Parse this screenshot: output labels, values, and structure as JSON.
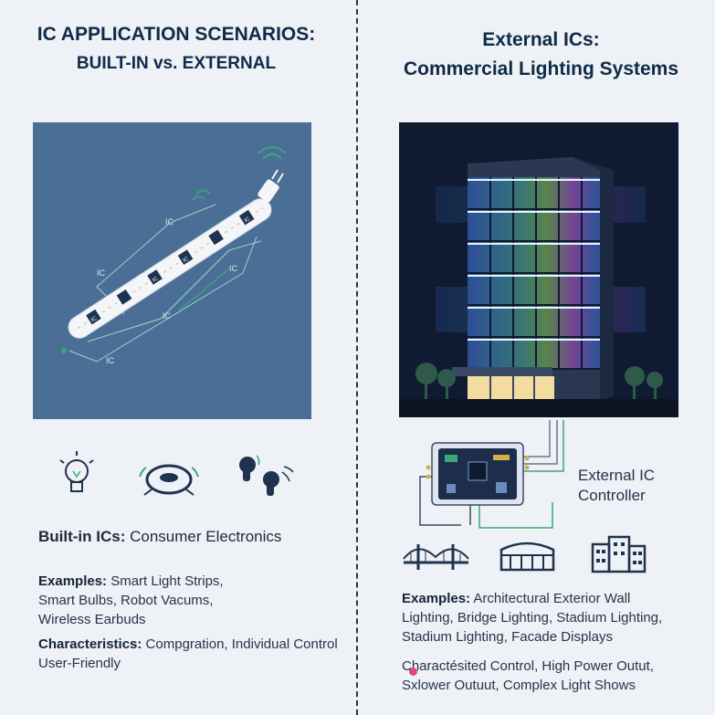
{
  "left": {
    "title_line1": "IC APPLICATION SCENARIOS:",
    "title_line2": "BUILT-IN vs. EXTERNAL",
    "strip_labels": [
      "IC",
      "IC",
      "IC",
      "IC",
      "IC",
      "IC",
      "IC",
      "IC",
      "IC"
    ],
    "icons": [
      "light-bulb-icon",
      "robot-vacuum-icon",
      "wireless-earbuds-icon"
    ],
    "subtitle_bold": "Built-in ICs:",
    "subtitle_rest": " Consumer Electronics",
    "examples_bold": "Examples:",
    "examples_line1": " Smart Light Strips,",
    "examples_line2": "Smart Bulbs, Robot Vacums,",
    "examples_line3": "Wireless Earbuds",
    "char_bold": "Characteristics:",
    "char_line1": " Compgration, Individual Control",
    "char_line2": "User-Friendly"
  },
  "right": {
    "title_line1": "External ICs:",
    "title_line2": "Commercial Lighting Systems",
    "controller_line1": "External IC",
    "controller_line2": "Controller",
    "icons": [
      "bridge-icon",
      "stadium-icon",
      "facade-building-icon"
    ],
    "examples_bold": "Examples:",
    "examples_line1": " Architectural Exterior Wall",
    "examples_line2": "Lighting, Bridge Lighting, Stadium Lighting,",
    "examples_line3": "Stadium Lighting, Facade Displays",
    "char_line1": "Charactésited Control, High Power Outut,",
    "char_line2": "Sxlower Outuut, Complex Light Shows"
  },
  "colors": {
    "left_panel_bg": "#4a6e96",
    "right_panel_bg": "#101a30",
    "accent_green": "#3aa87a",
    "pink_dot": "#e0457b"
  }
}
